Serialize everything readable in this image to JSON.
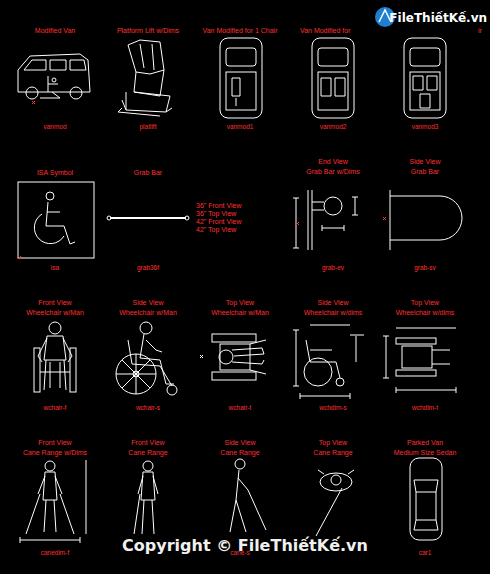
{
  "diagram": {
    "labels": [
      "Modified Van",
      "Platform Lift w/Dims",
      "Van Modified for 1 Chair",
      "Van Modified for",
      "ir",
      "vanmod",
      "platlift",
      "vanmod1",
      "vanmod2",
      "vanmod3",
      "ISA Symbol",
      "Grab Bar",
      "End View",
      "Grab Bar w/Dims",
      "Side View",
      "Grab Bar",
      "36\" Front View",
      "36\" Top View",
      "42\" Front View",
      "42\" Top View",
      "isa",
      "grab36f",
      "grab-ev",
      "grab-sv",
      "Front View",
      "Wheelchair w/Man",
      "Side View",
      "Wheelchair w/Man",
      "Top View",
      "Wheelchair w/Man",
      "Side View",
      "Wheelchair w/dims",
      "Top View",
      "Wheelchair w/dims",
      "wchair-f",
      "wchair-s",
      "wchair-t",
      "wchdim-s",
      "wchdim-t",
      "Front View",
      "Cane Range w/Dims",
      "Front View",
      "Cane Range",
      "Side View",
      "Cane Range",
      "Top View",
      "Cane Range",
      "Parked Van",
      "Medium Size Sedan",
      "canedim-f",
      "cane-s",
      "car1",
      "Copyright © FileThiếtKế.vn",
      "FileThiếtKế.vn"
    ]
  }
}
